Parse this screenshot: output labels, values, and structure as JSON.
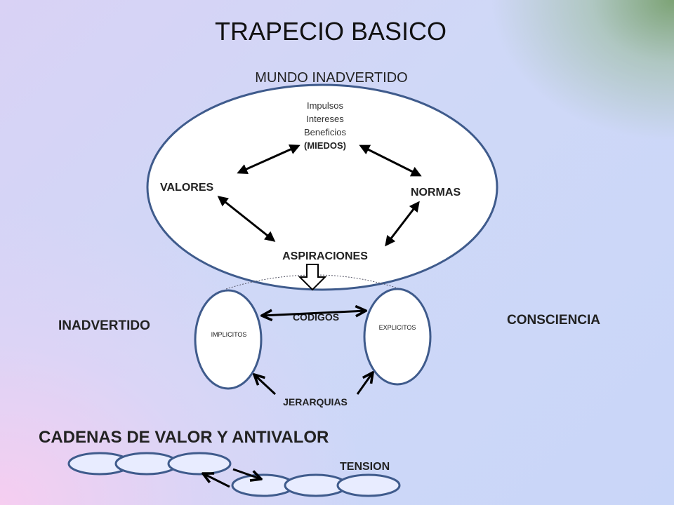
{
  "title": "TRAPECIO BASICO",
  "top_section": {
    "heading": "MUNDO INADVERTIDO",
    "center_lines": [
      "Impulsos",
      "Intereses",
      "Beneficios",
      "(MIEDOS)"
    ],
    "left_label": "VALORES",
    "right_label": "NORMAS",
    "bottom_label": "ASPIRACIONES"
  },
  "middle_section": {
    "left_side_label": "INADVERTIDO",
    "right_side_label": "CONSCIENCIA",
    "left_ellipse_label": "IMPLICITOS",
    "right_ellipse_label": "EXPLICITOS",
    "top_link_label": "CODIGOS",
    "bottom_link_label": "JERARQUIAS"
  },
  "bottom_section": {
    "heading": "CADENAS DE VALOR Y ANTIVALOR",
    "tension_label": "TENSION"
  },
  "colors": {
    "ellipse_fill": "#ffffff",
    "ellipse_stroke": "#3f5b8c",
    "text": "#111111",
    "arrow": "#000000",
    "chain_fill": "#e8ecff"
  }
}
